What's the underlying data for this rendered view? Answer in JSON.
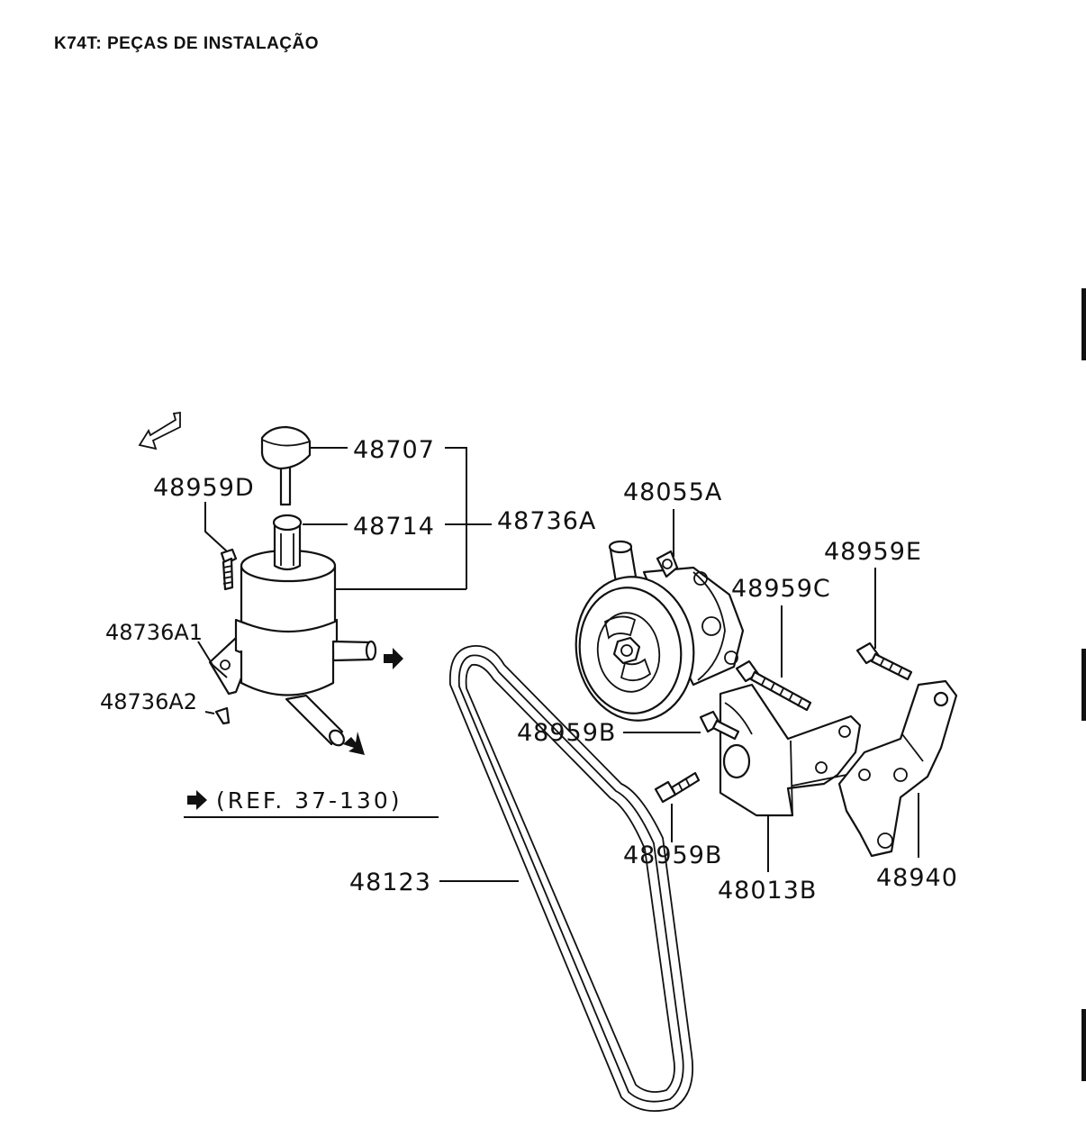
{
  "header": {
    "title": "K74T: PEÇAS DE INSTALAÇÃO"
  },
  "callouts": {
    "p48707": "48707",
    "p48714": "48714",
    "p48736A": "48736A",
    "p48959D": "48959D",
    "p48736A1": "48736A1",
    "p48736A2": "48736A2",
    "p48055A": "48055A",
    "p48959E": "48959E",
    "p48959C": "48959C",
    "p48959B_top": "48959B",
    "p48959B_bottom": "48959B",
    "p48123": "48123",
    "p48013B": "48013B",
    "p48940": "48940"
  },
  "reference": {
    "text": "(REF. 37-130)"
  },
  "icons": {
    "front_direction": "hollow-arrow-icon",
    "flow_out": "solid-arrow-icon"
  },
  "colors": {
    "ink": "#111111",
    "paper": "#ffffff"
  }
}
